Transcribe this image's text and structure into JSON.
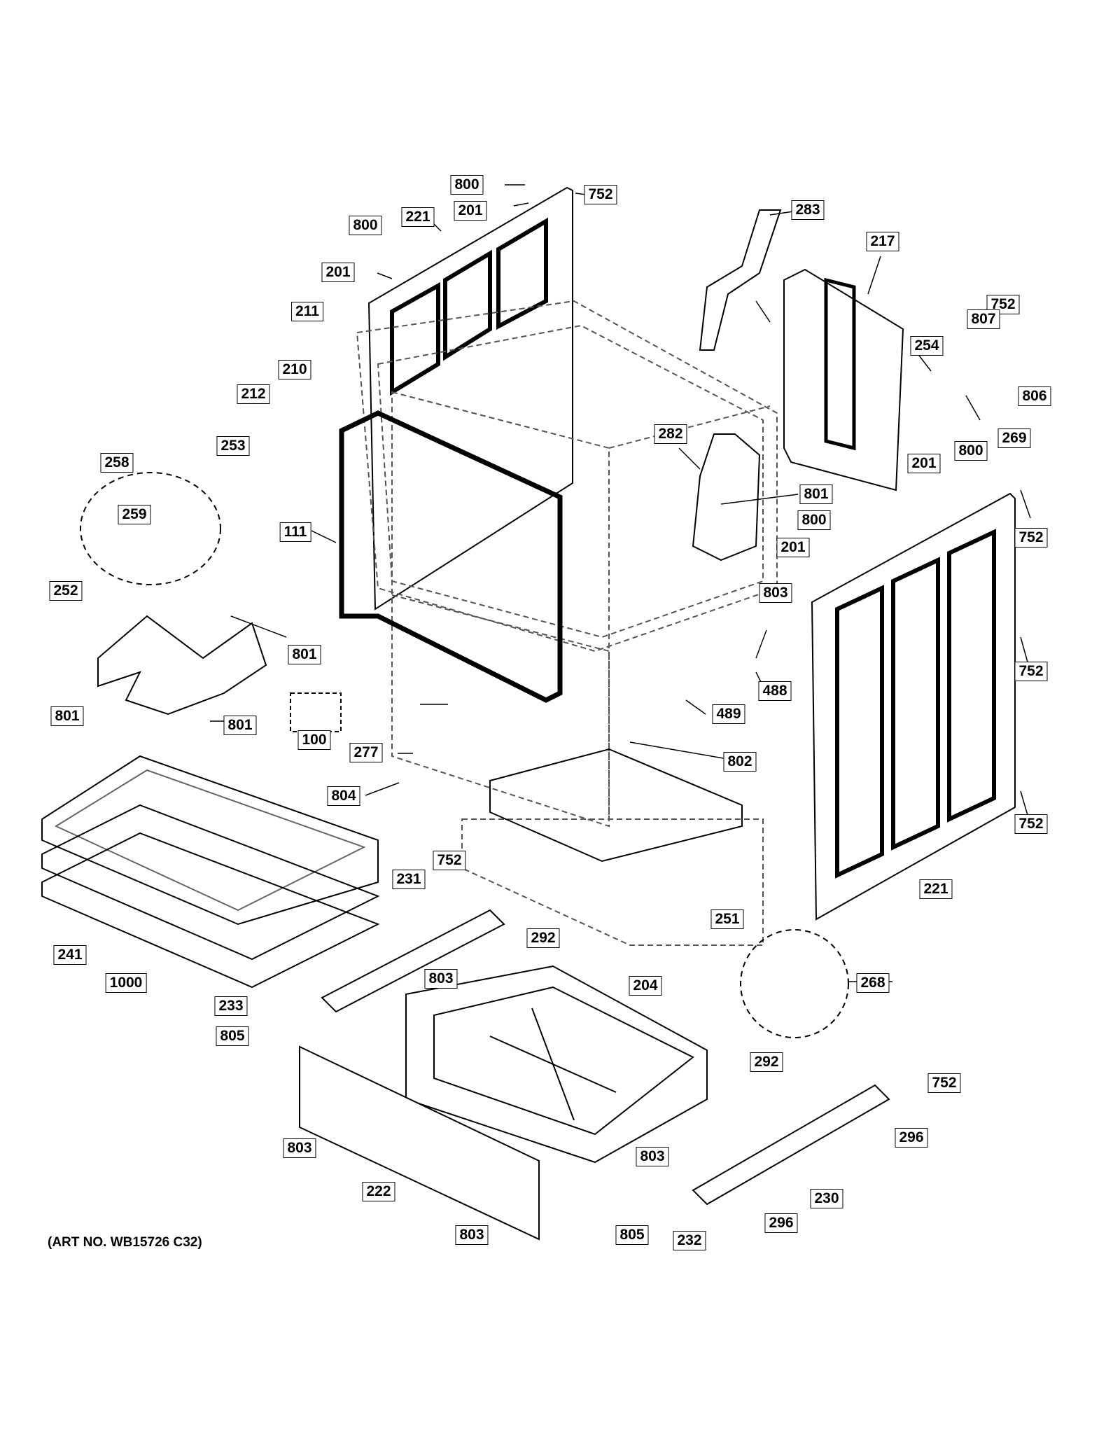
{
  "art_number": "(ART NO. WB15726 C32)",
  "labels": {
    "l800a": "800",
    "l201a": "201",
    "l752a": "752",
    "l283": "283",
    "l221a": "221",
    "l800b": "800",
    "l201b": "201",
    "l217": "217",
    "l211": "211",
    "l752b": "752",
    "l807": "807",
    "l254": "254",
    "l806": "806",
    "l210": "210",
    "l212": "212",
    "l269": "269",
    "l282": "282",
    "l253": "253",
    "l258": "258",
    "l201c": "201",
    "l800c": "800",
    "l801a": "801",
    "l259": "259",
    "l111": "111",
    "l752c": "752",
    "l800d": "800",
    "l201d": "201",
    "l252": "252",
    "l803a": "803",
    "l801b": "801",
    "l752d": "752",
    "l488": "488",
    "l801c": "801",
    "l801d": "801",
    "l100": "100",
    "l489": "489",
    "l277": "277",
    "l802": "802",
    "l804": "804",
    "l752e": "752",
    "l752f": "752",
    "l231": "231",
    "l241": "241",
    "l1000": "1000",
    "l251": "251",
    "l221b": "221",
    "l292a": "292",
    "l803b": "803",
    "l204": "204",
    "l268": "268",
    "l233": "233",
    "l805a": "805",
    "l292b": "292",
    "l752g": "752",
    "l296a": "296",
    "l803c": "803",
    "l803d": "803",
    "l222": "222",
    "l230": "230",
    "l805b": "805",
    "l296b": "296",
    "l803e": "803",
    "l232": "232"
  }
}
